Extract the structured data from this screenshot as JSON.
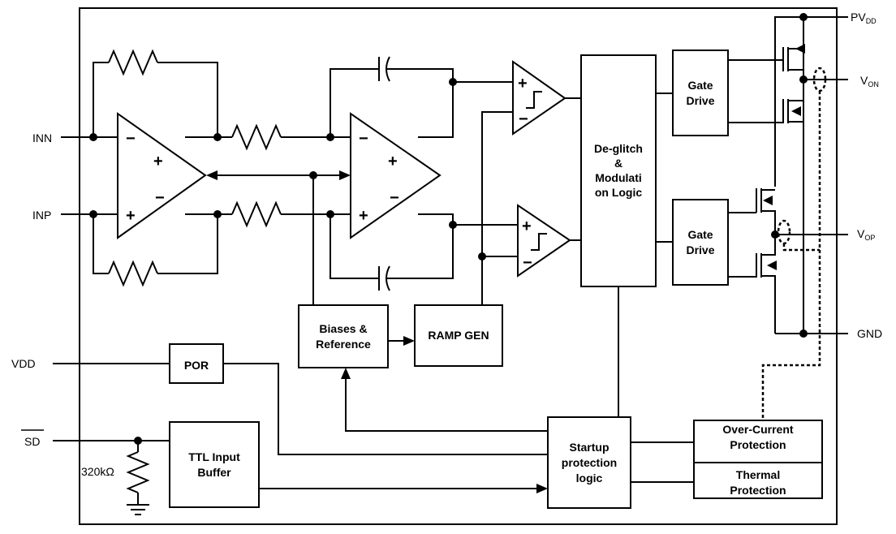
{
  "pins": {
    "inn": "INN",
    "inp": "INP",
    "vdd": "VDD",
    "sd": "SD",
    "pvdd_main": "PV",
    "pvdd_sub": "DD",
    "von_main": "V",
    "von_sub": "ON",
    "vop_main": "V",
    "vop_sub": "OP",
    "gnd": "GND"
  },
  "resistor_label": "320kΩ",
  "blocks": {
    "deglitch": [
      "De-glitch",
      "&",
      "Modulati",
      "on Logic"
    ],
    "gate_drive_top": [
      "Gate",
      "Drive"
    ],
    "gate_drive_bottom": [
      "Gate",
      "Drive"
    ],
    "biases": [
      "Biases &",
      "Reference"
    ],
    "ramp_gen": "RAMP GEN",
    "por": "POR",
    "ttl": [
      "TTL Input",
      "Buffer"
    ],
    "startup": [
      "Startup",
      "protection",
      "logic"
    ],
    "overcurrent": [
      "Over-Current",
      "Protection"
    ],
    "thermal": [
      "Thermal",
      "Protection"
    ]
  },
  "signs": {
    "minus": "−",
    "plus": "+"
  }
}
